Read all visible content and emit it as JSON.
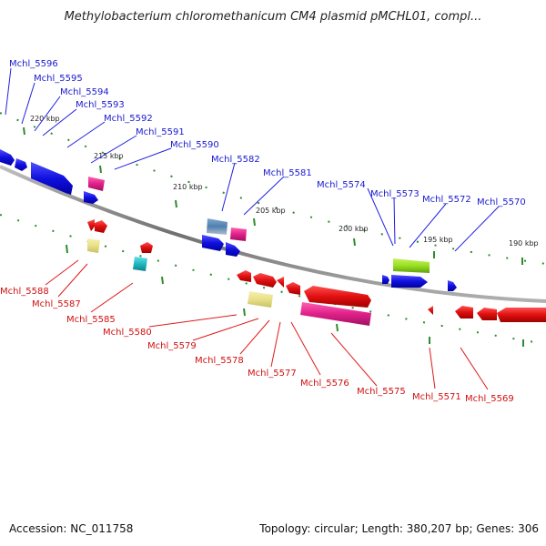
{
  "title": "Methylobacterium chloromethanicum CM4 plasmid pMCHL01, compl...",
  "footer": {
    "accession": "Accession: NC_011758",
    "topology": "Topology: circular; Length: 380,207 bp; Genes: 306"
  },
  "scale_labels": [
    "220 kbp",
    "215 kbp",
    "210 kbp",
    "205 kbp",
    "200 kbp",
    "195 kbp",
    "190 kbp"
  ],
  "top_labels": [
    "Mchl_5596",
    "Mchl_5595",
    "Mchl_5594",
    "Mchl_5593",
    "Mchl_5592",
    "Mchl_5591",
    "Mchl_5590",
    "Mchl_5582",
    "Mchl_5581",
    "Mchl_5574",
    "Mchl_5573",
    "Mchl_5572",
    "Mchl_5570"
  ],
  "bottom_labels": [
    "Mchl_5588",
    "Mchl_5587",
    "Mchl_5585",
    "Mchl_5580",
    "Mchl_5579",
    "Mchl_5578",
    "Mchl_5577",
    "Mchl_5576",
    "Mchl_5575",
    "Mchl_5571",
    "Mchl_5569"
  ],
  "colors": {
    "backbone": "#8a8a8a",
    "forward_strand": "#1010e0",
    "reverse_strand": "#e01010",
    "tick": "#2e8b2e",
    "pink": "#e0208a",
    "khaki": "#e8e08a",
    "cyan": "#20b8c0",
    "lime": "#98e020",
    "steelblue": "#5080b0"
  }
}
